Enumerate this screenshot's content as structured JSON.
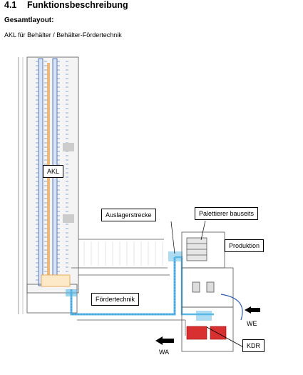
{
  "section": {
    "number": "4.1",
    "title": "Funktionsbeschreibung"
  },
  "subheading": "Gesamtlayout:",
  "caption": "AKL für Behälter / Behälter-Fördertechnik",
  "labels": {
    "akl": "AKL",
    "auslagerstrecke": "Auslagerstrecke",
    "palettierer": "Palettierer bauseits",
    "produktion": "Produktion",
    "foerdertechnik": "Fördertechnik",
    "we": "WE",
    "wa": "WA",
    "kdr": "KDR"
  },
  "colors": {
    "rack_blue": "#2f5fb8",
    "conveyor_cyan": "#59b8e6",
    "accent_orange": "#e8a040",
    "kdr_red": "#d83030",
    "line_gray": "#555555"
  }
}
